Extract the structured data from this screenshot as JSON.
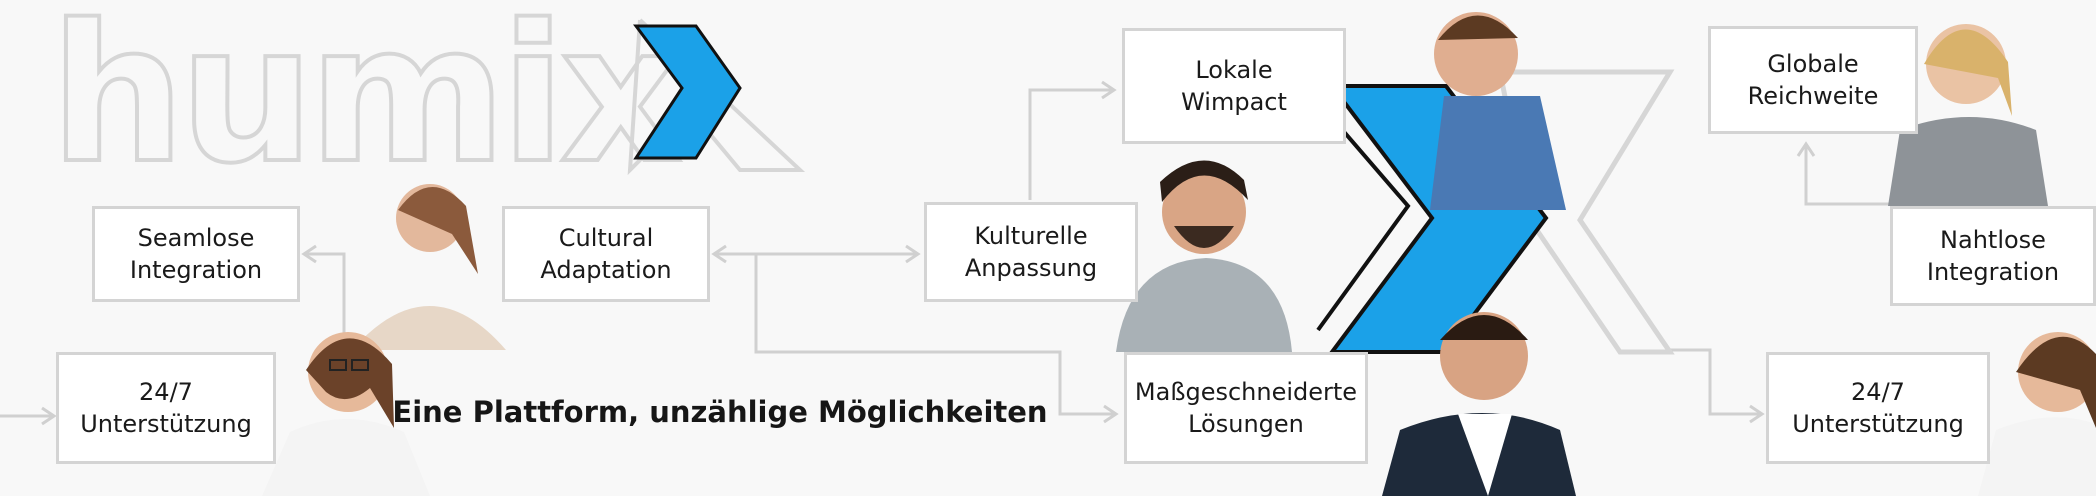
{
  "brand": {
    "logo_text": "humix",
    "accent_color": "#1ba1e8",
    "outline_color": "#d6d6d6"
  },
  "tagline": "Eine Plattform, unzählige Möglichkeiten",
  "boxes": {
    "seamless": {
      "line1": "Seamlose",
      "line2": "Integration"
    },
    "cultural_adaptation": {
      "line1": "Cultural",
      "line2": "Adaptation"
    },
    "kulturelle_anpassung": {
      "line1": "Kulturelle",
      "line2": "Anpassung"
    },
    "lokale_wimpact": {
      "line1": "Lokale",
      "line2": "Wimpact"
    },
    "support_left": {
      "line1": "24/7",
      "line2": "Unterstützung"
    },
    "massgeschneiderte": {
      "line1": "Maßgeschneiderte",
      "line2": "Lösungen"
    },
    "globale_reichweite": {
      "line1": "Globale",
      "line2": "Reichweite"
    },
    "nahtlose_integration": {
      "line1": "Nahtlose",
      "line2": "Integration"
    },
    "support_right": {
      "line1": "24/7",
      "line2": "Unterstützung"
    }
  },
  "colors": {
    "connector": "#d0d0d0",
    "box_border": "#d4d4d4",
    "text": "#1a1a1a"
  }
}
